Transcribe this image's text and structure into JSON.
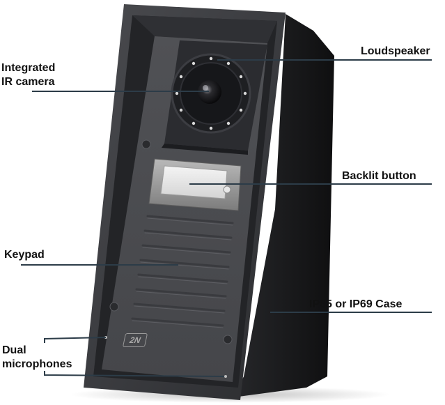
{
  "labels": {
    "camera": [
      "Integrated",
      "IR camera"
    ],
    "loudspeaker": "Loudspeaker",
    "button": "Backlit button",
    "keypad": "Keypad",
    "case": "IP65 or IP69 Case",
    "microphones": [
      "Dual",
      "microphones"
    ]
  },
  "brand_logo": "2N",
  "colors": {
    "housing_front": "#3a3b3e",
    "housing_side": "#1c1c1e",
    "panel": "#4a4b4f",
    "leader_line": "#2c3c48",
    "label_text": "#111111"
  }
}
